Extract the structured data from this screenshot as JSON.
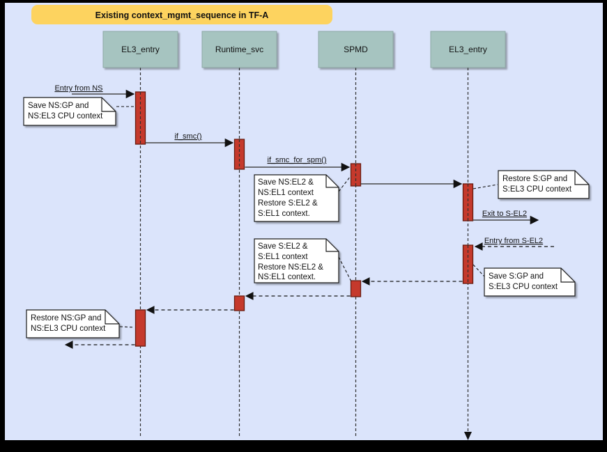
{
  "page": {
    "colors": {
      "page_bg": "#000000",
      "diagram_bg": "#dbe4fb",
      "title_fill": "#fdd35f",
      "actor_fill": "#a6c4c0",
      "activation_fill": "#c5392c",
      "note_fill": "#ffffff"
    }
  },
  "diagram": {
    "title": "Existing context_mgmt_sequence in TF-A",
    "type": "uml-sequence-diagram"
  },
  "actors": [
    {
      "label": "EL3_entry"
    },
    {
      "label": "Runtime_svc"
    },
    {
      "label": "SPMD"
    },
    {
      "label": "EL3_entry"
    }
  ],
  "messages": [
    {
      "label": "Entry from NS",
      "style": "solid",
      "from": "external-NS",
      "to": "EL3_entry"
    },
    {
      "label": "if_smc()",
      "style": "solid",
      "from": "EL3_entry",
      "to": "Runtime_svc"
    },
    {
      "label": "if_smc_for_spm()",
      "style": "solid",
      "from": "Runtime_svc",
      "to": "SPMD"
    },
    {
      "label": "",
      "style": "solid",
      "from": "SPMD",
      "to": "EL3_entry"
    },
    {
      "label": "Exit to S-EL2",
      "style": "solid",
      "from": "EL3_entry",
      "to": "external-S-EL2"
    },
    {
      "label": "Entry from S-EL2",
      "style": "dashed",
      "from": "external-S-EL2",
      "to": "EL3_entry"
    },
    {
      "label": "",
      "style": "dashed",
      "from": "EL3_entry",
      "to": "SPMD"
    },
    {
      "label": "",
      "style": "dashed",
      "from": "SPMD",
      "to": "Runtime_svc"
    },
    {
      "label": "",
      "style": "dashed",
      "from": "Runtime_svc",
      "to": "EL3_entry"
    },
    {
      "label": "",
      "style": "dashed",
      "from": "EL3_entry",
      "to": "external-NS"
    }
  ],
  "notes": [
    {
      "lines": [
        "Save NS:GP and",
        "NS:EL3 CPU context"
      ]
    },
    {
      "lines": [
        "Save NS:EL2 &",
        "NS:EL1 context",
        "Restore S:EL2 &",
        "S:EL1 context."
      ]
    },
    {
      "lines": [
        "Restore S:GP and",
        "S:EL3 CPU context"
      ]
    },
    {
      "lines": [
        "Save S:GP and",
        "S:EL3 CPU context"
      ]
    },
    {
      "lines": [
        "Save S:EL2 &",
        "S:EL1 context",
        "Restore NS:EL2 &",
        "NS:EL1 context."
      ]
    },
    {
      "lines": [
        "Restore NS:GP and",
        "NS:EL3 CPU context"
      ]
    }
  ]
}
